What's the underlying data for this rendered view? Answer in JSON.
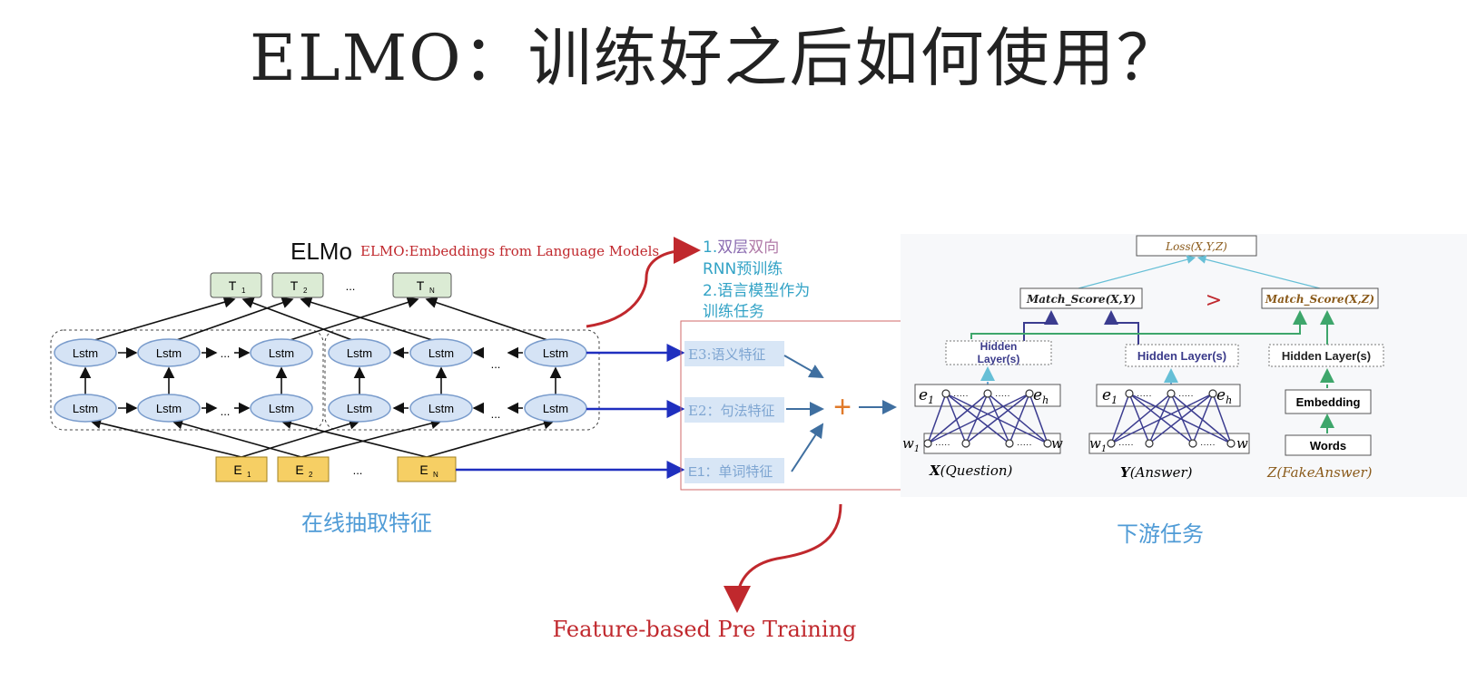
{
  "title": "ELMO：训练好之后如何使用？",
  "elmo_diagram": {
    "heading": "ELMo",
    "subtitle": "ELMO:Embeddings from Language Models",
    "outputs": [
      "T",
      "T",
      "...",
      "T"
    ],
    "output_subscripts": [
      "1",
      "2",
      "",
      "N"
    ],
    "inputs": [
      "E",
      "E",
      "...",
      "E"
    ],
    "input_subscripts": [
      "1",
      "2",
      "",
      "N"
    ],
    "cell_label": "Lstm",
    "dots": "...",
    "caption": "在线抽取特征"
  },
  "notes": {
    "line1a": "1.",
    "line1b": "双层",
    "line1c": "双向",
    "line2": "RNN预训练",
    "line3": "2.语言模型作为",
    "line4": "训练任务"
  },
  "features": {
    "e3": "E3:语义特征",
    "e2": "E2：句法特征",
    "e1": "E1：单词特征",
    "combine": "+"
  },
  "downstream": {
    "loss": "Loss(X,Y,Z)",
    "match_xy": "Match_Score(X,Y)",
    "match_xz": "Match_Score(X,Z)",
    "greater": ">",
    "hidden_left": "Hidden Layer(s)",
    "hidden_mid": "Hidden Layer(s)",
    "hidden_right": "Hidden Layer(s)",
    "embedding": "Embedding",
    "words": "Words",
    "e1": "e",
    "e1_sub": "1",
    "eh": "e",
    "eh_sub": "h",
    "w1": "w",
    "w1_sub": "1",
    "w": "w",
    "dots": "·····",
    "x_label_bold": "X",
    "x_label_rest": "(Question)",
    "y_label_bold": "Y",
    "y_label_rest": "(Answer)",
    "z_label": "Z(FakeAnswer)",
    "caption": "下游任务"
  },
  "bottom_label": "Feature-based Pre Training",
  "colors": {
    "red": "#c0282d",
    "blue_arrow": "#1f2fbf",
    "cyan_text": "#33a3c6",
    "lstm_fill": "#d5e3f5",
    "lstm_stroke": "#7a9ccc",
    "output_fill": "#dbebd4",
    "input_fill": "#f6cf64",
    "green": "#3ea66b"
  }
}
